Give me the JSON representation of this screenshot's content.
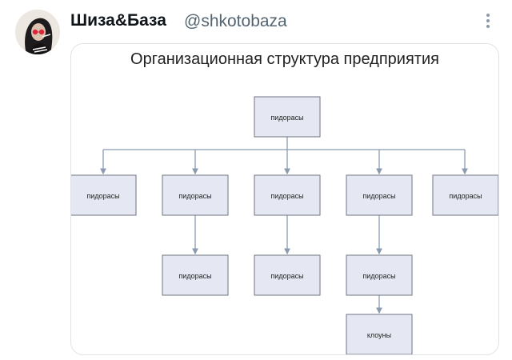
{
  "tweet": {
    "display_name": "Шиза&База",
    "handle": "@shkotobaza",
    "avatar_icon": "user-avatar-photo",
    "more_icon": "more-vertical-icon"
  },
  "image": {
    "title": "Организационная структура предприятия",
    "colors": {
      "box_fill": "#e5e8f3",
      "box_border": "#6e7682",
      "connector": "#8a9bb0"
    },
    "nodes": {
      "root": "пидорасы",
      "level1": [
        "пидорасы",
        "пидорасы",
        "пидорасы",
        "пидорасы",
        "пидорасы"
      ],
      "level2": [
        "пидорасы",
        "пидорасы",
        "пидорасы"
      ],
      "level3": [
        "клоуны"
      ]
    }
  }
}
